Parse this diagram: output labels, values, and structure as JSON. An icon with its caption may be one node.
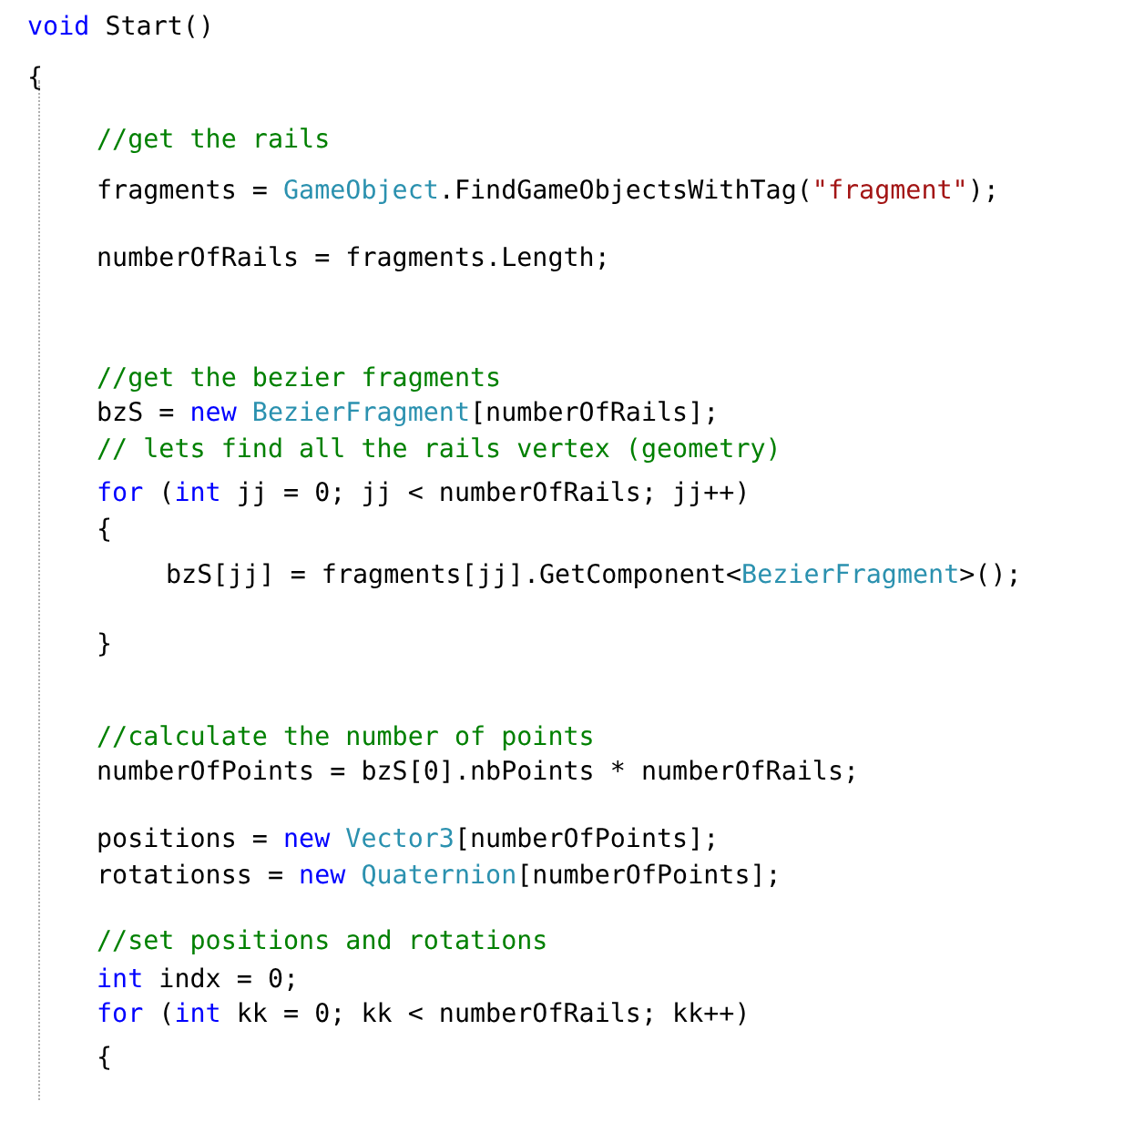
{
  "diagram": {
    "labels": [
      "void Start()",
      "{",
      "//get the rails",
      "fragments = GameObject.FindGameObjectsWithTag(\"fragment\");",
      "numberOfRails = fragments.Length;",
      "//get the bezier fragments",
      "bzS = new BezierFragment[numberOfRails];",
      "// lets find all the rails vertex (geometry)",
      "for (int jj = 0; jj < numberOfRails; jj++)",
      "{",
      "bzS[jj] = fragments[jj].GetComponent<BezierFragment>();",
      "}",
      "//calculate the number of points",
      "numberOfPoints = bzS[0].nbPoints * numberOfRails;",
      "positions = new Vector3[numberOfPoints];",
      "rotationss = new Quaternion[numberOfPoints];",
      "//set positions and rotations",
      "int indx = 0;",
      "for (int kk = 0; kk < numberOfRails; kk++)",
      "{"
    ]
  }
}
